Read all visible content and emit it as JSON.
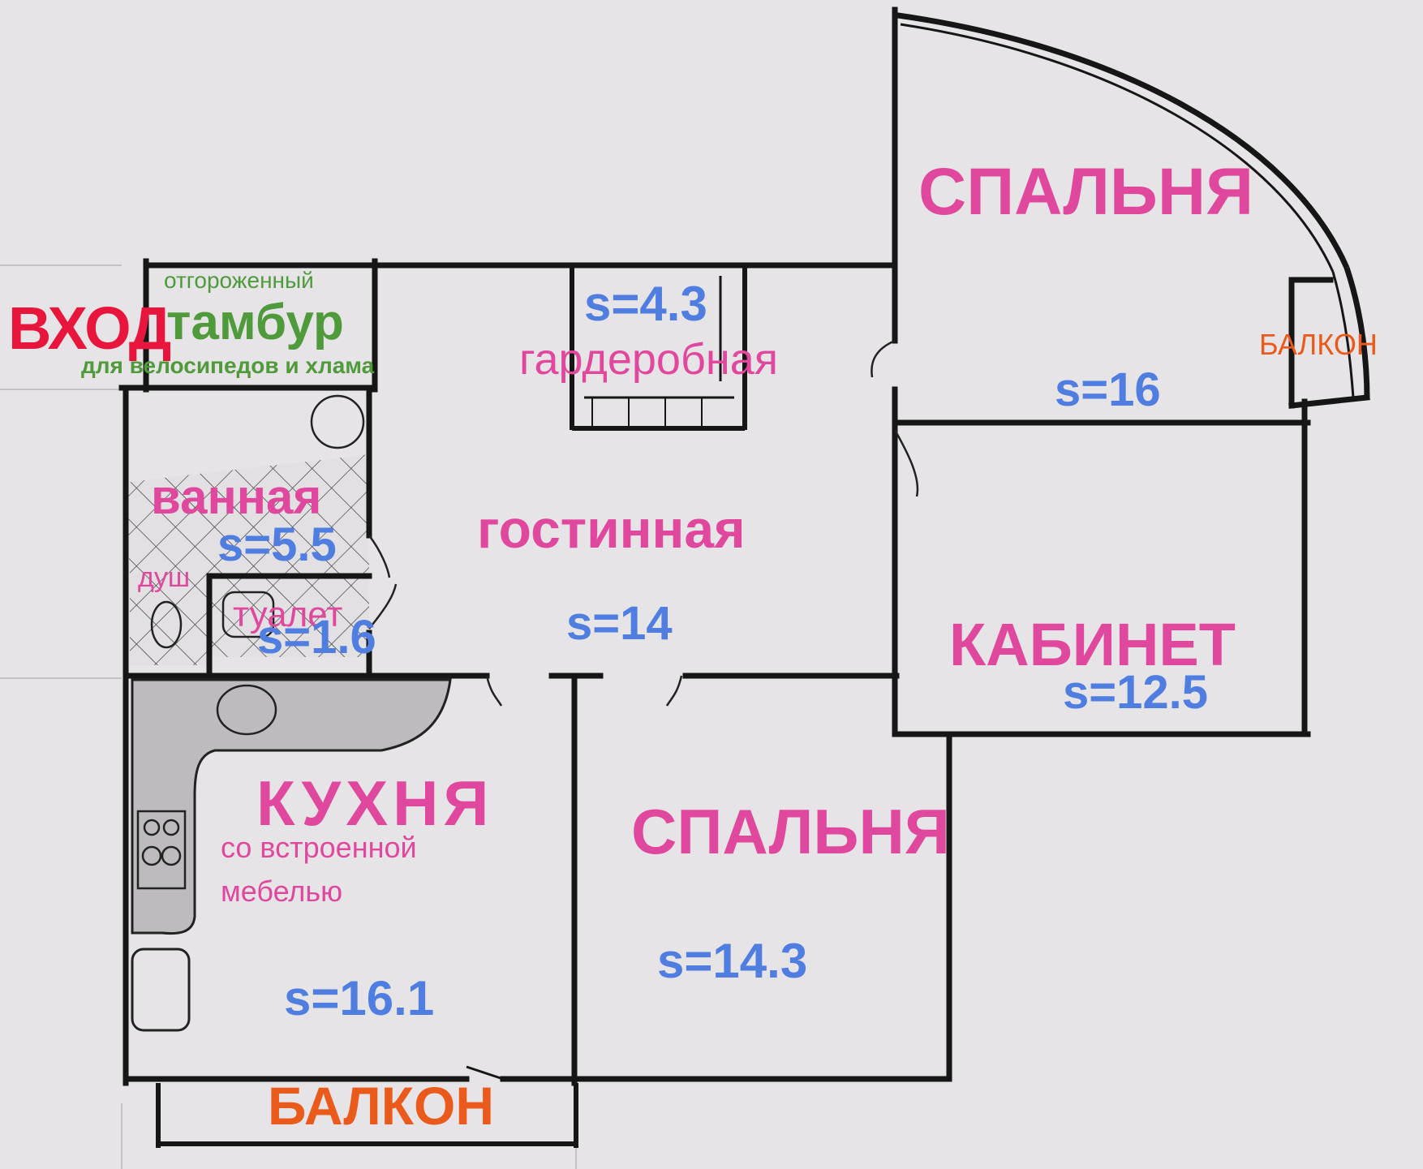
{
  "colors": {
    "room": "#e0489e",
    "area": "#4f7ee0",
    "entry": "#e8163c",
    "vestibule": "#4f9a3a",
    "balcony": "#ea5a1a",
    "wall": "#161616",
    "paper": "#e6e4e7"
  },
  "labels": {
    "entry": "ВХОД",
    "vestibule_small": "отгороженный",
    "vestibule": "тамбур",
    "vestibule_note": "для велосипедов и хлама",
    "wardrobe_area": "s=4.3",
    "wardrobe": "гардеробная",
    "bedroom_top": "СПАЛЬНЯ",
    "bedroom_top_area": "s=16",
    "balcony_right": "БАЛКОН",
    "bathroom": "ванная",
    "bathroom_area": "s=5.5",
    "shower": "душ",
    "toilet": "туалет",
    "toilet_area": "s=1.6",
    "living": "гостинная",
    "living_area": "s=14",
    "study": "КАБИНЕТ",
    "study_area": "s=12.5",
    "kitchen": "КУХНЯ",
    "kitchen_note_1": "со встроенной",
    "kitchen_note_2": "мебелью",
    "kitchen_area": "s=16.1",
    "bedroom_bottom": "СПАЛЬНЯ",
    "bedroom_bottom_area": "s=14.3",
    "balcony_bottom": "БАЛКОН"
  }
}
